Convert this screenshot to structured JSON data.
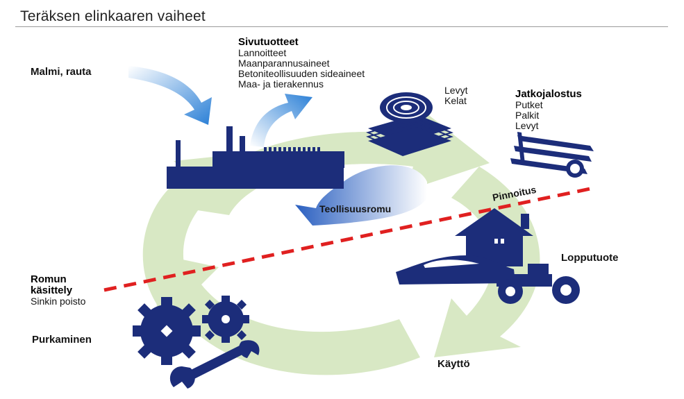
{
  "title": "Teräksen elinkaaren vaiheet",
  "colors": {
    "icon_navy": "#1c2d7a",
    "cycle_green": "#d8e8c4",
    "dashed_line": "#e02020",
    "blue_arrow": "#3a8ad8"
  },
  "labels": {
    "malmi": "Malmi, rauta",
    "sivutuotteet_title": "Sivutuotteet",
    "sivutuotteet_items": [
      "Lannoitteet",
      "Maanparannusaineet",
      "Betoniteollisuuden sideaineet",
      "Maa- ja tierakennus"
    ],
    "levyt_kelat": [
      "Levyt",
      "Kelat"
    ],
    "jatko_title": "Jatkojalostus",
    "jatko_items": [
      "Putket",
      "Palkit",
      "Levyt"
    ],
    "teollisuusromu": "Teollisuusromu",
    "pinnoitus": "Pinnoitus",
    "lopputuote": "Lopputuote",
    "romun_title": [
      "Romun",
      "käsittely"
    ],
    "sinkin": "Sinkin poisto",
    "purkaminen": "Purkaminen",
    "kaytto": "Käyttö"
  },
  "icons": [
    "steel-mill-icon",
    "steel-coil-icon",
    "steel-products-icon",
    "house-icon",
    "car-icon",
    "tractor-icon",
    "gears-icon",
    "wrench-icon"
  ]
}
